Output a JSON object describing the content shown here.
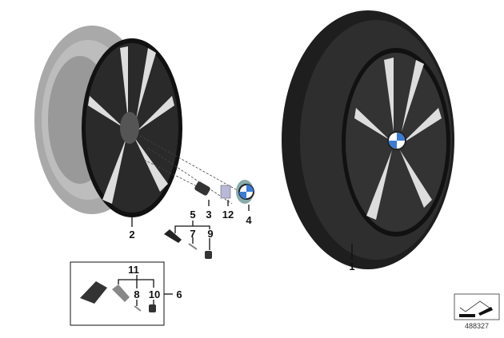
{
  "diagram": {
    "callouts": {
      "tire_wheel": "1",
      "rim": "2",
      "wheel_bolt": "3",
      "hub_cap": "4",
      "valve": "5",
      "tpms_sensor": "6",
      "valve_core": "7",
      "valve_core_sensor": "8",
      "valve_cap": "9",
      "valve_cap_sensor": "10",
      "sensor_valve": "11",
      "badge": "12"
    },
    "reference_number": "488327"
  }
}
